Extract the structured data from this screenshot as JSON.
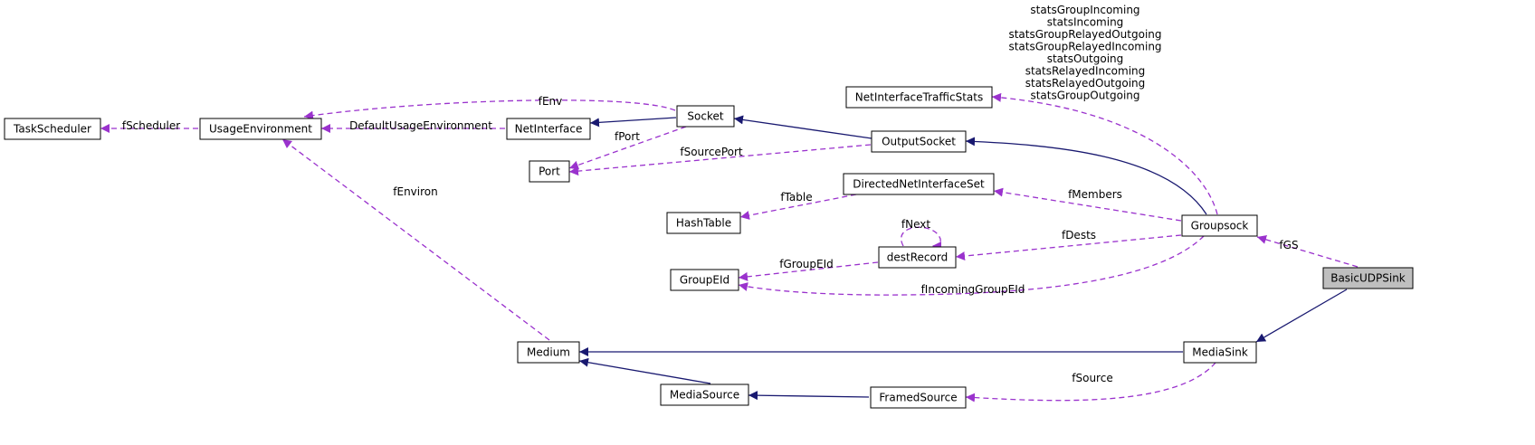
{
  "nodes": [
    {
      "id": "TaskScheduler",
      "label": "TaskScheduler"
    },
    {
      "id": "UsageEnvironment",
      "label": "UsageEnvironment"
    },
    {
      "id": "NetInterface",
      "label": "NetInterface"
    },
    {
      "id": "Socket",
      "label": "Socket"
    },
    {
      "id": "Port",
      "label": "Port"
    },
    {
      "id": "NetInterfaceTrafficStats",
      "label": "NetInterfaceTrafficStats"
    },
    {
      "id": "OutputSocket",
      "label": "OutputSocket"
    },
    {
      "id": "DirectedNetInterfaceSet",
      "label": "DirectedNetInterfaceSet"
    },
    {
      "id": "HashTable",
      "label": "HashTable"
    },
    {
      "id": "destRecord",
      "label": "destRecord"
    },
    {
      "id": "GroupEId",
      "label": "GroupEId"
    },
    {
      "id": "Groupsock",
      "label": "Groupsock"
    },
    {
      "id": "BasicUDPSink",
      "label": "BasicUDPSink"
    },
    {
      "id": "Medium",
      "label": "Medium"
    },
    {
      "id": "MediaSink",
      "label": "MediaSink"
    },
    {
      "id": "MediaSource",
      "label": "MediaSource"
    },
    {
      "id": "FramedSource",
      "label": "FramedSource"
    }
  ],
  "edges": [
    {
      "id": "fScheduler",
      "label": "fScheduler",
      "kind": "uses",
      "from": "UsageEnvironment",
      "to": "TaskScheduler"
    },
    {
      "id": "DefaultUsageEnvironment",
      "label": "DefaultUsageEnvironment",
      "kind": "uses",
      "from": "NetInterface",
      "to": "UsageEnvironment"
    },
    {
      "id": "fEnv",
      "label": "fEnv",
      "kind": "uses",
      "from": "Socket",
      "to": "UsageEnvironment"
    },
    {
      "id": "fEnviron",
      "label": "fEnviron",
      "kind": "uses",
      "from": "Medium",
      "to": "UsageEnvironment"
    },
    {
      "id": "inh-socket-netinterface",
      "label": "",
      "kind": "inherit",
      "from": "Socket",
      "to": "NetInterface"
    },
    {
      "id": "inh-outputsocket-socket",
      "label": "",
      "kind": "inherit",
      "from": "OutputSocket",
      "to": "Socket"
    },
    {
      "id": "fPort",
      "label": "fPort",
      "kind": "uses",
      "from": "Socket",
      "to": "Port"
    },
    {
      "id": "fSourcePort",
      "label": "fSourcePort",
      "kind": "uses",
      "from": "OutputSocket",
      "to": "Port"
    },
    {
      "id": "stats",
      "label": "statsGroupIncoming\nstatsIncoming\nstatsGroupRelayedOutgoing\nstatsGroupRelayedIncoming\nstatsOutgoing\nstatsRelayedIncoming\nstatsRelayedOutgoing\nstatsGroupOutgoing",
      "kind": "uses",
      "from": "Groupsock",
      "to": "NetInterfaceTrafficStats"
    },
    {
      "id": "inh-groupsock-outputsocket",
      "label": "",
      "kind": "inherit",
      "from": "Groupsock",
      "to": "OutputSocket"
    },
    {
      "id": "fTable",
      "label": "fTable",
      "kind": "uses",
      "from": "DirectedNetInterfaceSet",
      "to": "HashTable"
    },
    {
      "id": "fMembers",
      "label": "fMembers",
      "kind": "uses",
      "from": "Groupsock",
      "to": "DirectedNetInterfaceSet"
    },
    {
      "id": "fNext",
      "label": "fNext",
      "kind": "uses",
      "from": "destRecord",
      "to": "destRecord"
    },
    {
      "id": "fDests",
      "label": "fDests",
      "kind": "uses",
      "from": "Groupsock",
      "to": "destRecord"
    },
    {
      "id": "fGroupEId",
      "label": "fGroupEId",
      "kind": "uses",
      "from": "destRecord",
      "to": "GroupEId"
    },
    {
      "id": "fIncomingGroupEId",
      "label": "fIncomingGroupEId",
      "kind": "uses",
      "from": "Groupsock",
      "to": "GroupEId"
    },
    {
      "id": "fGS",
      "label": "fGS",
      "kind": "uses",
      "from": "BasicUDPSink",
      "to": "Groupsock"
    },
    {
      "id": "inh-basicudpsink-mediasink",
      "label": "",
      "kind": "inherit",
      "from": "BasicUDPSink",
      "to": "MediaSink"
    },
    {
      "id": "inh-mediasink-medium",
      "label": "",
      "kind": "inherit",
      "from": "MediaSink",
      "to": "Medium"
    },
    {
      "id": "inh-mediasource-medium",
      "label": "",
      "kind": "inherit",
      "from": "MediaSource",
      "to": "Medium"
    },
    {
      "id": "inh-framedsource-mediasource",
      "label": "",
      "kind": "inherit",
      "from": "FramedSource",
      "to": "MediaSource"
    },
    {
      "id": "fSource",
      "label": "fSource",
      "kind": "uses",
      "from": "MediaSink",
      "to": "FramedSource"
    }
  ],
  "colors": {
    "inherit": "#191970",
    "uses": "#9a32cd",
    "highlight_fill": "#bfbfbf",
    "box_stroke": "#000000"
  },
  "highlighted_node": "BasicUDPSink"
}
